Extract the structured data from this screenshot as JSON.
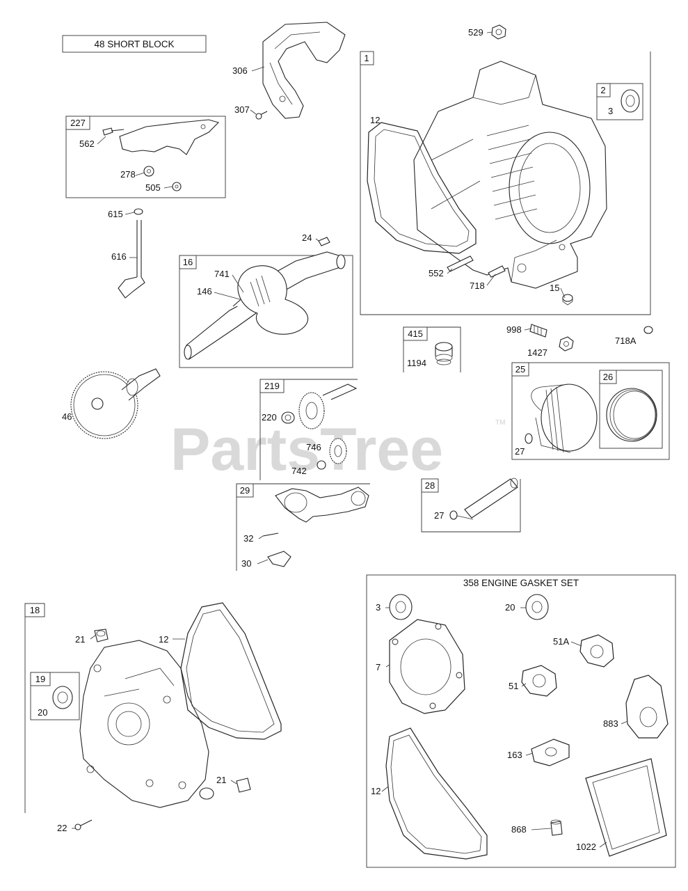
{
  "watermark": "PartsTree",
  "trademark": "TM",
  "titles": {
    "short_block": "48 SHORT BLOCK",
    "gasket_set": "358 ENGINE GASKET SET"
  },
  "group_tags": {
    "g1": "1",
    "g2": "2",
    "g227": "227",
    "g16": "16",
    "g415": "415",
    "g25": "25",
    "g26": "26",
    "g219": "219",
    "g29": "29",
    "g28": "28",
    "g18": "18",
    "g19": "19"
  },
  "labels": {
    "l529": "529",
    "l306": "306",
    "l307": "307",
    "l12a": "12",
    "l3a": "3",
    "l562": "562",
    "l278": "278",
    "l505": "505",
    "l615": "615",
    "l616": "616",
    "l24": "24",
    "l741": "741",
    "l146": "146",
    "l552": "552",
    "l718": "718",
    "l15": "15",
    "l998": "998",
    "l1427": "1427",
    "l718A": "718A",
    "l1194": "1194",
    "l46": "46",
    "l220": "220",
    "l746": "746",
    "l742": "742",
    "l27a": "27",
    "l27b": "27",
    "l32": "32",
    "l30": "30",
    "l21a": "21",
    "l12b": "12",
    "l20a": "20",
    "l21b": "21",
    "l22": "22",
    "l3b": "3",
    "l20b": "20",
    "l51A": "51A",
    "l7": "7",
    "l51": "51",
    "l883": "883",
    "l163": "163",
    "l12c": "12",
    "l868": "868",
    "l1022": "1022"
  }
}
